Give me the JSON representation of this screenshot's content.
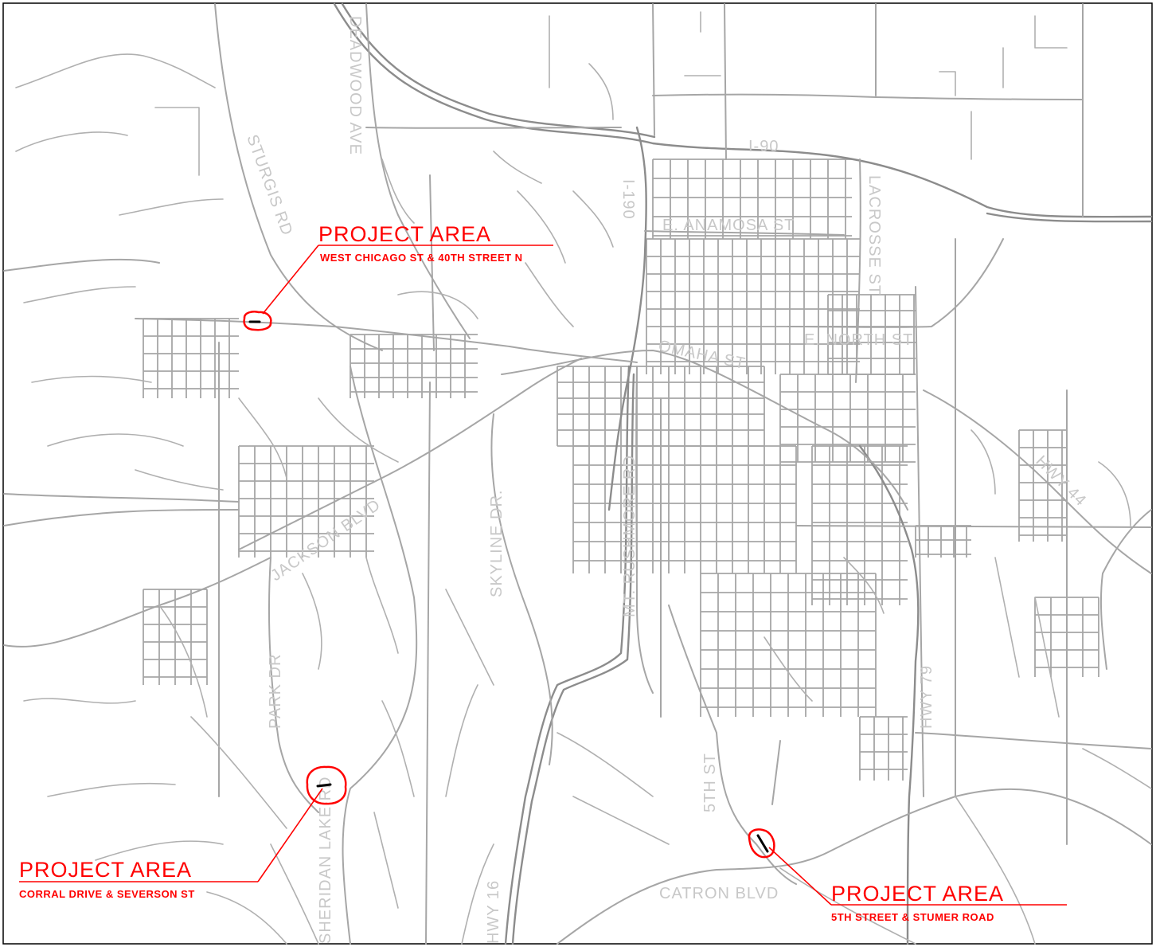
{
  "street_labels": {
    "deadwood_ave": "DEADWOOD AVE",
    "sturgis_rd": "STURGIS RD",
    "i90": "I-90",
    "anamosa": "E. ANAMOSA ST",
    "lacrosse": "LACROSSE ST",
    "i190": "I-190",
    "omaha": "OMAHA ST",
    "north": "E. NORTH ST",
    "mt_rushmore": "MT. RUSHMORE RD",
    "skyline": "SKYLINE DR.",
    "jackson": "JACKSON BLVD",
    "park": "PARK DR",
    "sheridan": "SHERIDAN LAKE RD",
    "hwy16": "HWY 16",
    "fifth": "5TH ST",
    "catron": "CATRON BLVD",
    "hwy79": "HWY 79",
    "hwy44": "HWY 44"
  },
  "project_areas": [
    {
      "title": "PROJECT AREA",
      "subtitle": "WEST CHICAGO ST & 40TH STREET N"
    },
    {
      "title": "PROJECT AREA",
      "subtitle": "CORRAL DRIVE & SEVERSON ST"
    },
    {
      "title": "PROJECT AREA",
      "subtitle": "5TH STREET & STUMER ROAD"
    }
  ],
  "colors": {
    "roads": "#a6a6a6",
    "labels": "#c8c8c8",
    "annotation": "#ff0000"
  }
}
